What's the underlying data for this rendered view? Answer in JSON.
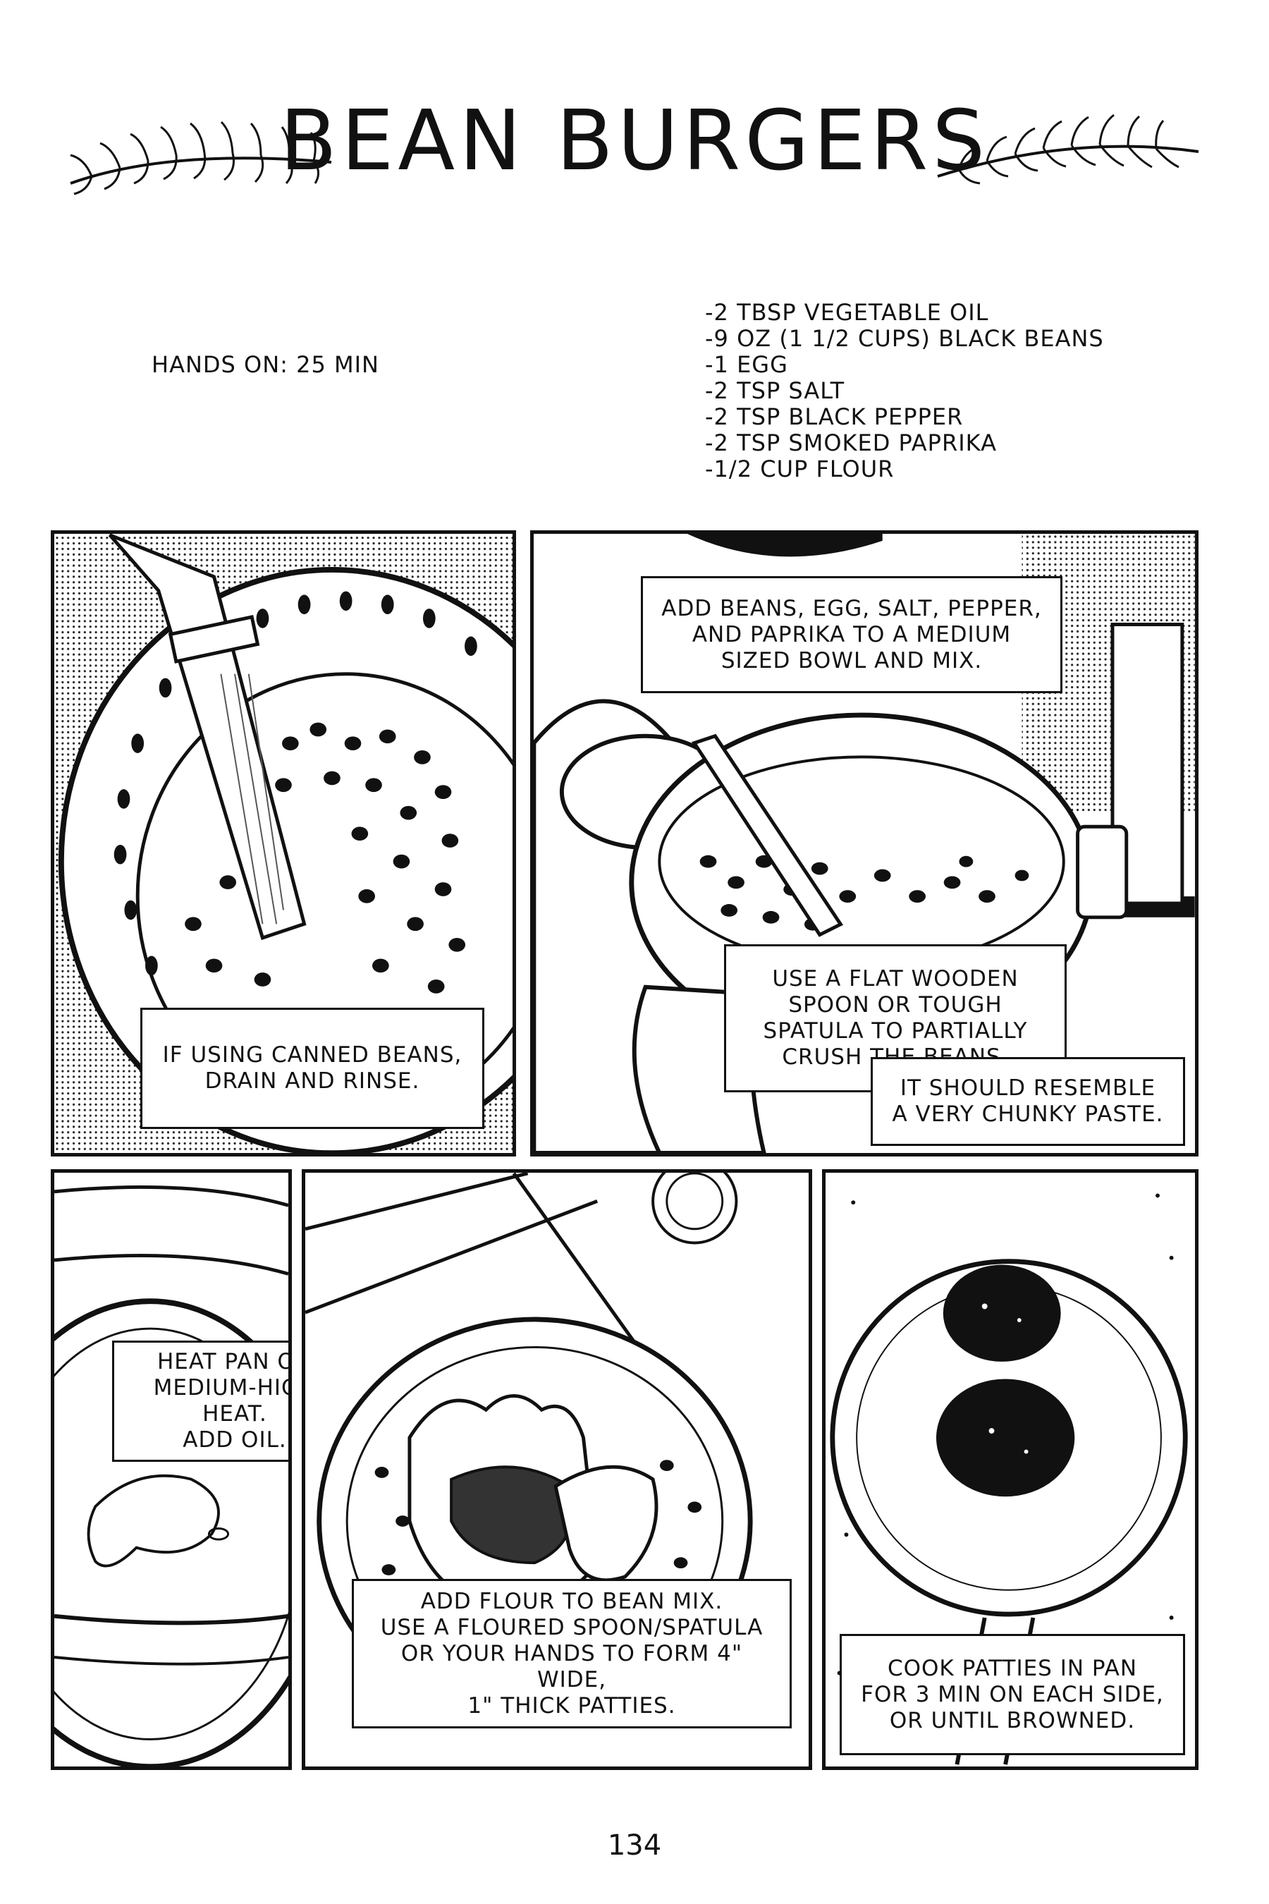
{
  "title": "BEAN BURGERS",
  "hands_on": "HANDS ON: 25 MIN",
  "ingredients": [
    "-2 TBSP VEGETABLE OIL",
    "-9 OZ (1 1/2 CUPS) BLACK BEANS",
    "-1 EGG",
    "-2 TSP SALT",
    "-2 TSP BLACK PEPPER",
    "-2 TSP SMOKED PAPRIKA",
    "-1/2 CUP FLOUR"
  ],
  "panels": {
    "p1": {
      "caption": [
        "IF USING CANNED BEANS,",
        "DRAIN AND RINSE."
      ]
    },
    "p2": {
      "caption_top": [
        "ADD BEANS, EGG, SALT, PEPPER,",
        "AND PAPRIKA TO A MEDIUM",
        "SIZED BOWL AND MIX."
      ],
      "caption_mid": [
        "USE A FLAT WOODEN",
        "SPOON OR TOUGH",
        "SPATULA TO PARTIALLY",
        "CRUSH THE BEANS."
      ],
      "caption_low": [
        "IT SHOULD RESEMBLE",
        "A VERY CHUNKY PASTE."
      ]
    },
    "p3": {
      "caption": [
        "HEAT PAN ON",
        "MEDIUM-HIGH HEAT.",
        "ADD OIL."
      ]
    },
    "p4": {
      "caption": [
        "ADD FLOUR TO BEAN MIX.",
        "USE A FLOURED SPOON/SPATULA",
        "OR YOUR HANDS TO FORM 4\" WIDE,",
        "1\" THICK PATTIES."
      ]
    },
    "p5": {
      "caption": [
        "COOK PATTIES IN PAN",
        "FOR 3 MIN ON EACH SIDE,",
        "OR UNTIL BROWNED."
      ]
    }
  },
  "page_number": "134"
}
